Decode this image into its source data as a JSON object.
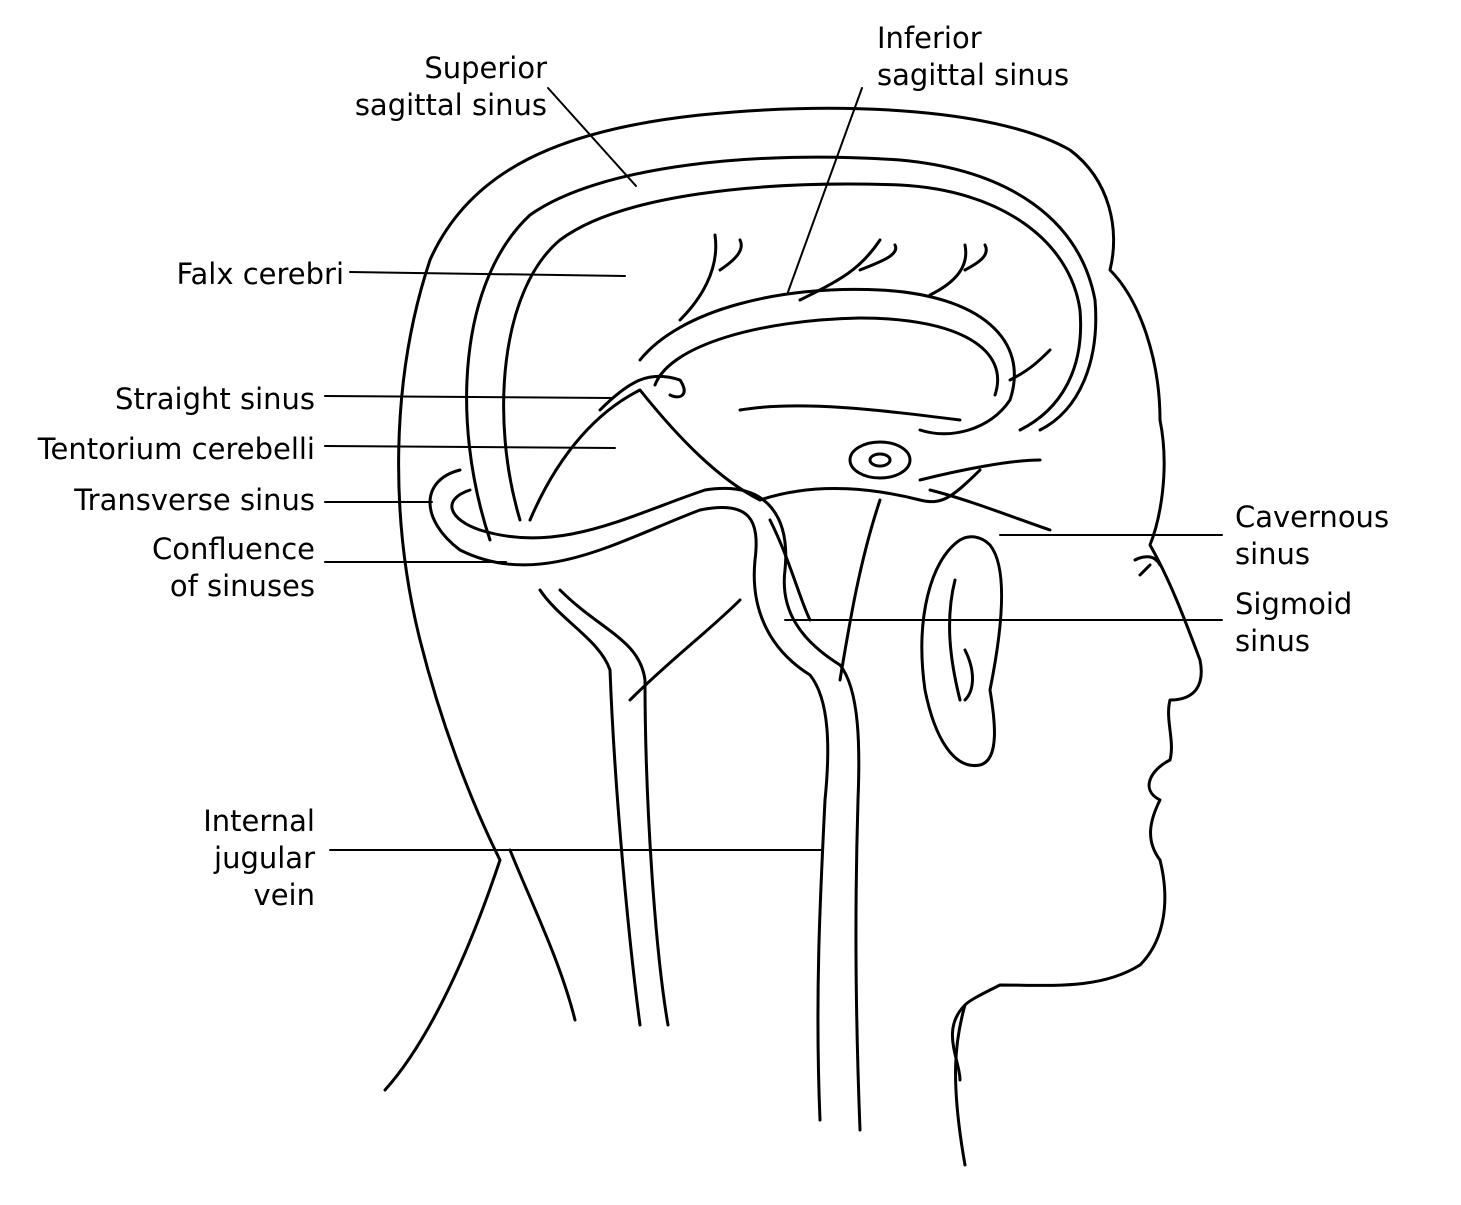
{
  "title": "Dural venous sinuses of the head",
  "labels": {
    "superior_sagittal_sinus": [
      "Superior",
      "sagittal sinus"
    ],
    "inferior_sagittal_sinus": [
      "Inferior",
      "sagittal sinus"
    ],
    "falx_cerebri": "Falx cerebri",
    "straight_sinus": "Straight sinus",
    "tentorium_cerebelli": "Tentorium cerebelli",
    "transverse_sinus": "Transverse sinus",
    "confluence_of_sinuses": [
      "Confluence",
      "of sinuses"
    ],
    "cavernous_sinus": [
      "Cavernous",
      "sinus"
    ],
    "sigmoid_sinus": [
      "Sigmoid",
      "sinus"
    ],
    "internal_jugular_vein": [
      "Internal",
      "jugular",
      "vein"
    ]
  }
}
